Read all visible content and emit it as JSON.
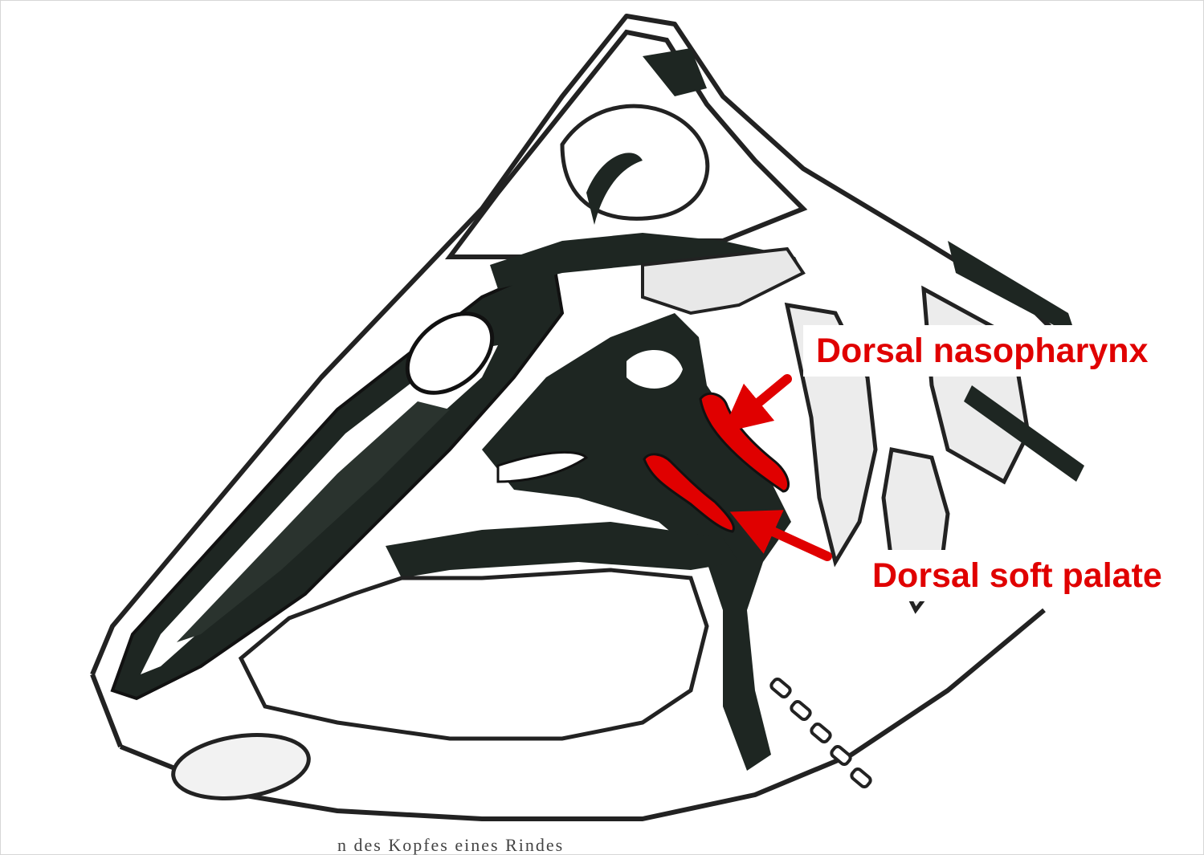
{
  "figure": {
    "subject": "sagittal-section-anatomical-drawing",
    "labels": {
      "dorsal_nasopharynx": "Dorsal nasopharynx",
      "dorsal_soft_palate": "Dorsal soft palate"
    },
    "caption_fragment": "n des Kopfes eines Rindes",
    "colors": {
      "label_text": "#e00000",
      "highlight_fill": "#e00000",
      "arrow": "#e00000",
      "ink": "#222222",
      "background": "#ffffff"
    },
    "icons": [
      "arrow-icon"
    ]
  }
}
